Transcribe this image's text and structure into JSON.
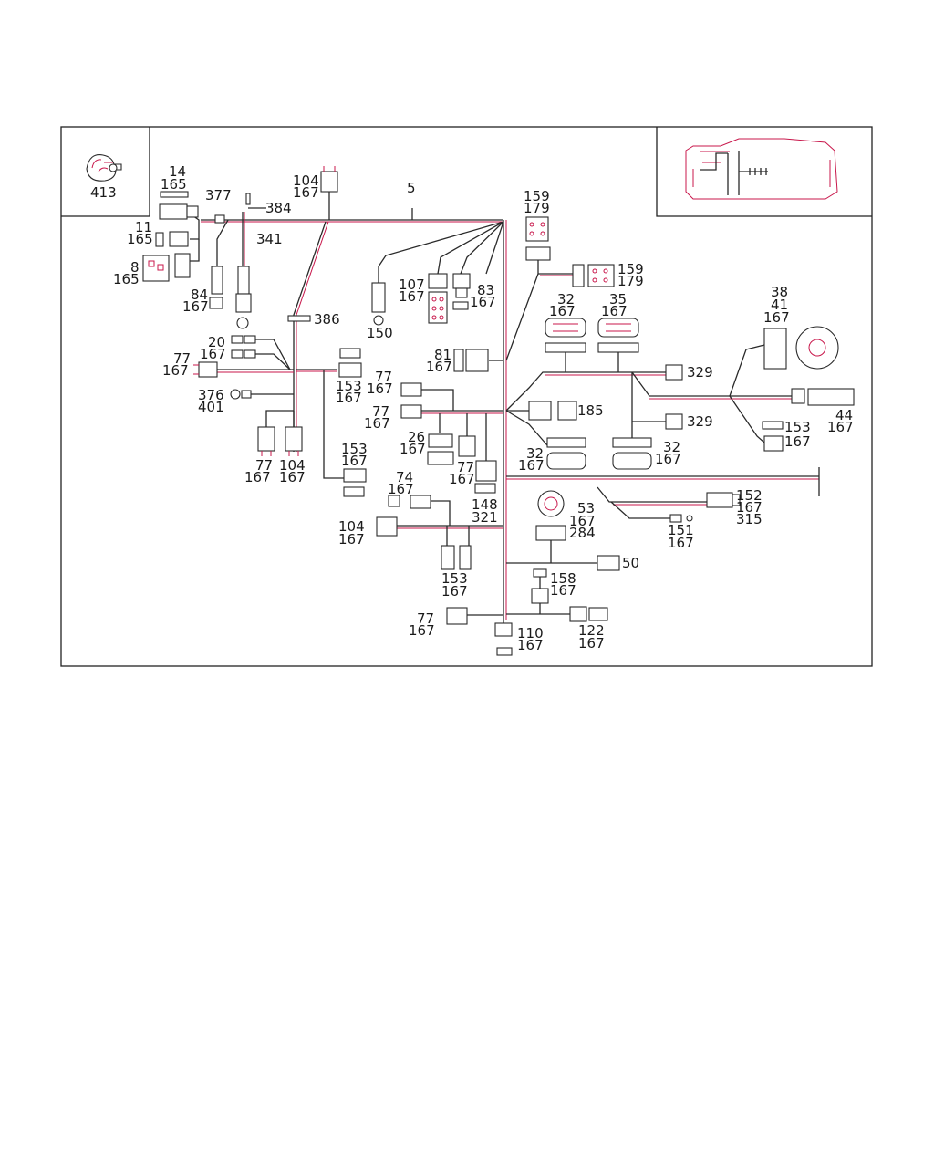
{
  "inset_label": "413",
  "colors": {
    "line": "#2a2a2a",
    "accent": "#c8174b",
    "background": "#ffffff"
  },
  "labels": {
    "l14": "14",
    "l165a": "165",
    "l377": "377",
    "l384": "384",
    "l104a": "104",
    "l167a": "167",
    "l5": "5",
    "l11": "11",
    "l165b": "165",
    "l341": "341",
    "l8": "8",
    "l165c": "165",
    "l84": "84",
    "l167b": "167",
    "l386": "386",
    "l20": "20",
    "l167c": "167",
    "l77a": "77",
    "l167d": "167",
    "l376": "376",
    "l401": "401",
    "l77b": "77",
    "l167e": "167",
    "l104b": "104",
    "l167f": "167",
    "l107": "107",
    "l167g": "167",
    "l83": "83",
    "l167h": "167",
    "l150": "150",
    "l159a": "159",
    "l179a": "179",
    "l159b": "159",
    "l179b": "179",
    "l32a": "32",
    "l167i": "167",
    "l35": "35",
    "l167j": "167",
    "l81": "81",
    "l167k": "167",
    "l153a": "153",
    "l167l": "167",
    "l77c": "77",
    "l167m": "167",
    "l77d": "77",
    "l167n": "167",
    "l26": "26",
    "l167o": "167",
    "l153b": "153",
    "l167p": "167",
    "l77e": "77",
    "l167q": "167",
    "l74": "74",
    "l167r": "167",
    "l148": "148",
    "l321": "321",
    "l104c": "104",
    "l167s": "167",
    "l153c": "153",
    "l167t": "167",
    "l77f": "77",
    "l167u": "167",
    "l110": "110",
    "l167v": "167",
    "l185": "185",
    "l329a": "329",
    "l329b": "329",
    "l32b": "32",
    "l167w": "167",
    "l32c": "32",
    "l167x": "167",
    "l38": "38",
    "l41": "41",
    "l167y": "167",
    "l44": "44",
    "l167z": "167",
    "l153d": "153",
    "l167aa": "167",
    "l53": "53",
    "l167ab": "167",
    "l284": "284",
    "l152": "152",
    "l167ac": "167",
    "l315": "315",
    "l151": "151",
    "l167ad": "167",
    "l50": "50",
    "l158": "158",
    "l167ae": "167",
    "l122": "122",
    "l167af": "167"
  }
}
